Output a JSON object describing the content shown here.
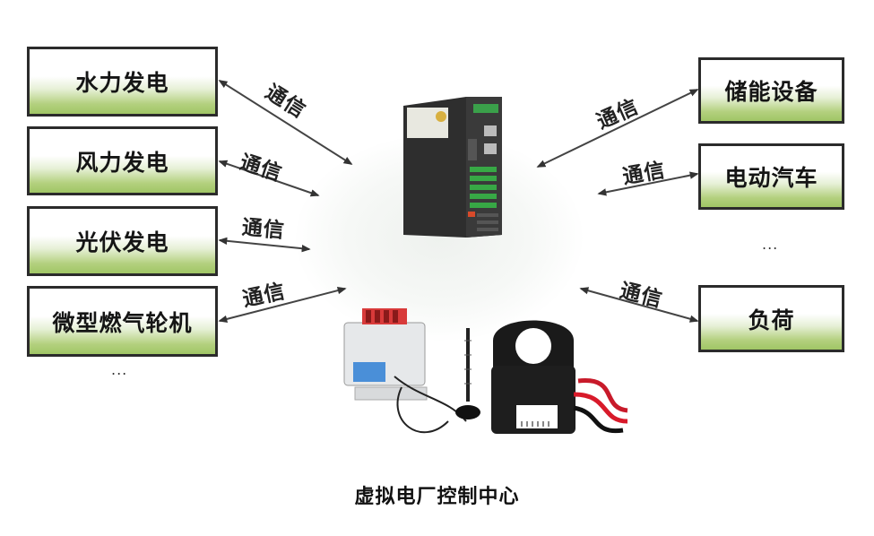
{
  "left_sources": [
    {
      "label": "水力发电"
    },
    {
      "label": "风力发电"
    },
    {
      "label": "光伏发电"
    },
    {
      "label": "微型燃气轮机"
    }
  ],
  "right_loads": [
    {
      "label": "储能设备"
    },
    {
      "label": "电动汽车"
    },
    {
      "label": "负荷"
    }
  ],
  "link_label": "通信",
  "more_left": "...",
  "more_right": "...",
  "caption": "虚拟电厂控制中心",
  "colors": {
    "box_border": "#2b2b2b",
    "box_gradient_bottom": "#a0c665",
    "arrow": "#333333"
  }
}
